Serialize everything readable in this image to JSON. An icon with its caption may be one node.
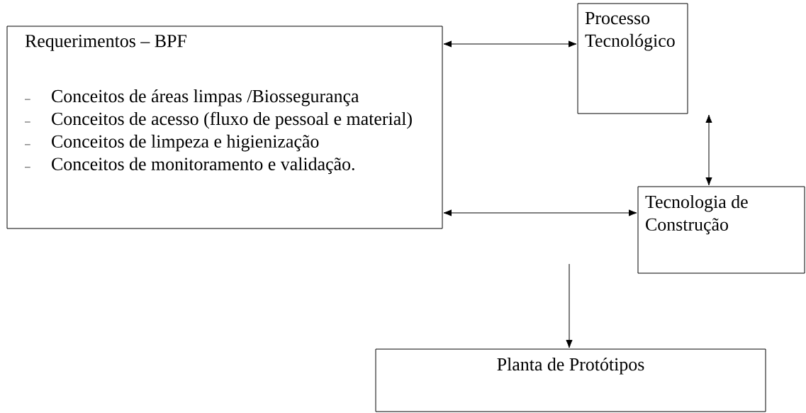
{
  "diagram": {
    "nodes": [
      {
        "text": [
          "Requerimentos – BPF",
          "Conceitos de áreas limpas /Biossegurança",
          "Conceitos de acesso (fluxo de pessoal e material)",
          "Conceitos de limpeza e higienização",
          "Conceitos de monitoramento e validação."
        ]
      },
      {
        "text": [
          "Processo Tecnológico"
        ]
      },
      {
        "text": [
          "Tecnologia de Construção"
        ]
      },
      {
        "text": [
          "Planta de Protótipos"
        ]
      }
    ],
    "edges": [
      {
        "from": 0,
        "to": 1,
        "arrow": "both"
      },
      {
        "from": 1,
        "to": 2,
        "arrow": "both"
      },
      {
        "from": 0,
        "to": 2,
        "arrow": "both"
      },
      {
        "from": null,
        "to": 3,
        "arrow": "to"
      }
    ]
  }
}
